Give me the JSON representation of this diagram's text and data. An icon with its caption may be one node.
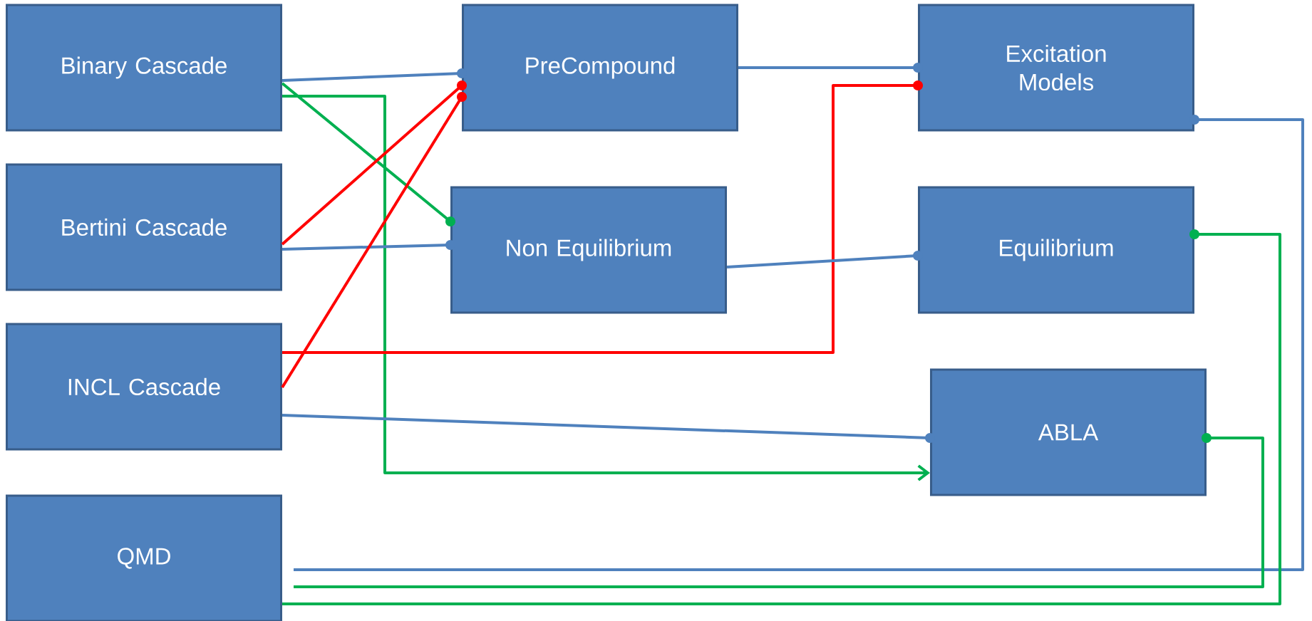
{
  "diagram": {
    "nodes": [
      {
        "text": [
          "Binary Cascade"
        ]
      },
      {
        "text": [
          "Bertini Cascade"
        ]
      },
      {
        "text": [
          "INCL Cascade"
        ]
      },
      {
        "text": [
          "QMD"
        ]
      },
      {
        "text": [
          "PreCompound"
        ]
      },
      {
        "text": [
          "Non Equilibrium"
        ]
      },
      {
        "text": [
          "Excitation Models"
        ]
      },
      {
        "text": [
          "Equilibrium"
        ]
      },
      {
        "text": [
          "ABLA"
        ]
      }
    ],
    "edges": [
      {
        "from": 0,
        "to": 4,
        "arrow": "other"
      },
      {
        "from": 0,
        "to": 5,
        "arrow": "other",
        "color": "#00b050"
      },
      {
        "from": 0,
        "to": 8,
        "arrow": "to",
        "color": "#00b050"
      },
      {
        "from": 1,
        "to": 4,
        "arrow": "other",
        "color": "#ff0000"
      },
      {
        "from": 1,
        "to": 5,
        "arrow": "other"
      },
      {
        "from": 2,
        "to": 4,
        "arrow": "other",
        "color": "#ff0000"
      },
      {
        "from": 2,
        "to": 6,
        "arrow": "other",
        "color": "#ff0000"
      },
      {
        "from": 2,
        "to": 8,
        "arrow": "other"
      },
      {
        "from": 4,
        "to": 6,
        "arrow": "other"
      },
      {
        "from": 5,
        "to": 7,
        "arrow": "other"
      },
      {
        "from": 3,
        "to": 6,
        "arrow": "other"
      },
      {
        "from": 3,
        "to": 8,
        "arrow": "other",
        "color": "#00b050"
      },
      {
        "from": 3,
        "to": 7,
        "arrow": "other",
        "color": "#00b050"
      }
    ]
  }
}
